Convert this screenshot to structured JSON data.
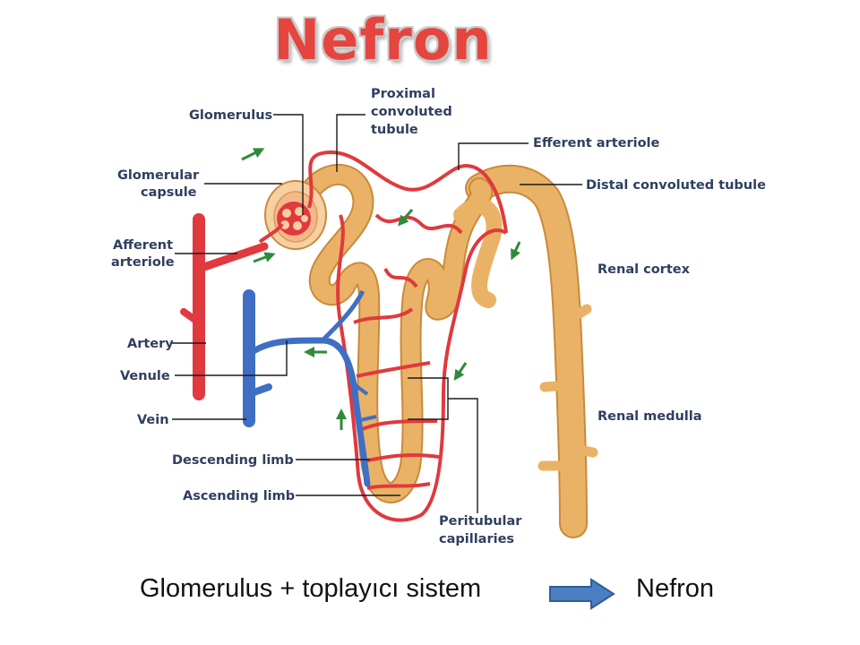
{
  "title": "Nefron",
  "labels": {
    "glomerulus": "Glomerulus",
    "glomerular_capsule_1": "Glomerular",
    "glomerular_capsule_2": "capsule",
    "afferent_1": "Afferent",
    "afferent_2": "arteriole",
    "artery": "Artery",
    "venule": "Venule",
    "vein": "Vein",
    "descending": "Descending limb",
    "ascending": "Ascending limb",
    "proximal_1": "Proximal",
    "proximal_2": "convoluted",
    "proximal_3": "tubule",
    "efferent": "Efferent arteriole",
    "distal": "Distal convoluted tubule",
    "cortex": "Renal cortex",
    "medulla": "Renal medulla",
    "peritubular_1": "Peritubular",
    "peritubular_2": "capillaries"
  },
  "bottom": {
    "equation": "Glomerulus + toplayıcı sistem",
    "result": "Nefron"
  },
  "colors": {
    "title": "#e5453e",
    "artery_red": "#e0393e",
    "vein_blue": "#3f6fc4",
    "tubule_orange": "#eab266",
    "flow_arrow_green": "#2e8b3a",
    "bottom_arrow": "#4a7fc1"
  }
}
